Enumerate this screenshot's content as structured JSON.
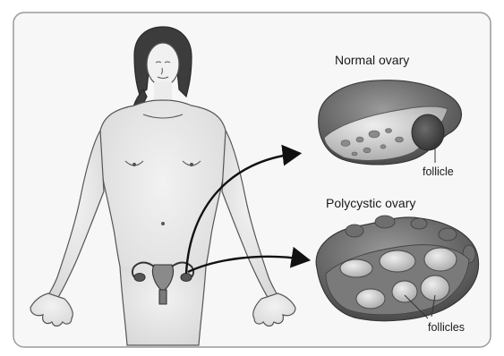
{
  "labels": {
    "normal_title": "Normal ovary",
    "polycystic_title": "Polycystic ovary",
    "normal_callout": "follicle",
    "polycystic_callout": "follicles"
  },
  "colors": {
    "frame_border": "#9a9a9a",
    "panel_bg": "#f7f7f7",
    "skin_line": "#555555",
    "ovary_dark": "#4a4a4a",
    "ovary_mid": "#8a8a8a",
    "ovary_light": "#c9c9c9",
    "arrow": "#111111"
  }
}
